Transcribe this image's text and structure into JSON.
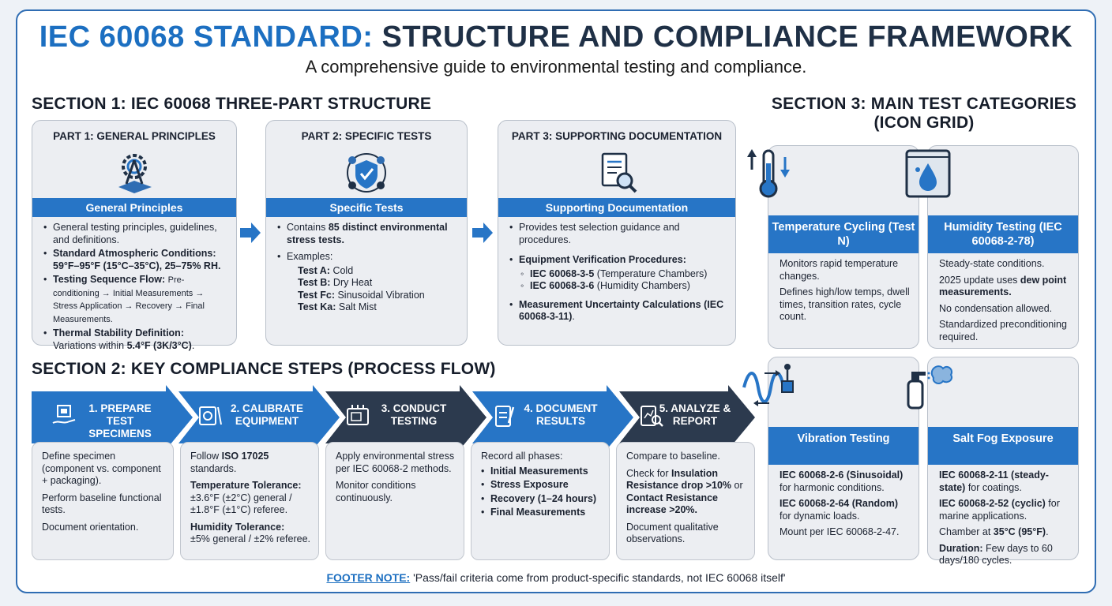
{
  "header": {
    "title_accent": "IEC 60068 STANDARD:",
    "title_rest": " STRUCTURE AND COMPLIANCE FRAMEWORK",
    "subtitle": "A comprehensive guide to environmental testing and compliance."
  },
  "section1": {
    "heading": "SECTION 1: IEC 60068 THREE-PART STRUCTURE",
    "parts": [
      {
        "title": "PART 1: GENERAL PRINCIPLES",
        "band": "General Principles",
        "icon": "gear-compass-icon",
        "b1": "General testing principles, guidelines, and definitions.",
        "b2_label": "Standard Atmospheric Conditions:",
        "b2_value": "59°F–95°F (15°C–35°C), 25–75% RH.",
        "b3_label": "Testing Sequence Flow:",
        "b3_value": "Pre-conditioning → Initial Measurements → Stress Application → Recovery → Final Measurements.",
        "b4_label": "Thermal Stability Definition:",
        "b4_text": "Variations within ",
        "b4_value": "5.4°F (3K/3°C)",
        "b4_end": "."
      },
      {
        "title": "PART 2: SPECIFIC TESTS",
        "band": "Specific Tests",
        "icon": "shield-test-icon",
        "b1_text": "Contains ",
        "b1_bold": "85 distinct environmental stress tests.",
        "examples_label": "Examples:",
        "examples": [
          {
            "code": "Test A:",
            "name": " Cold"
          },
          {
            "code": "Test B:",
            "name": " Dry Heat"
          },
          {
            "code": "Test Fc:",
            "name": " Sinusoidal Vibration"
          },
          {
            "code": "Test Ka:",
            "name": " Salt Mist"
          }
        ]
      },
      {
        "title": "PART 3: SUPPORTING DOCUMENTATION",
        "band": "Supporting Documentation",
        "icon": "document-magnifier-icon",
        "b1": "Provides test selection guidance and procedures.",
        "b2_label": "Equipment Verification Procedures:",
        "sub": [
          {
            "code": "IEC 60068-3-5",
            "name": " (Temperature Chambers)"
          },
          {
            "code": "IEC 60068-3-6",
            "name": " (Humidity Chambers)"
          }
        ],
        "b3_label": "Measurement Uncertainty Calculations (IEC 60068-3-11)",
        "b3_end": "."
      }
    ]
  },
  "section2": {
    "heading": "SECTION 2: KEY COMPLIANCE STEPS (PROCESS FLOW)",
    "steps": [
      {
        "label": "1. PREPARE TEST SPECIMENS",
        "icon": "chip-hand-icon",
        "p1": "Define specimen (component vs. component + packaging).",
        "p2": "Perform baseline functional tests.",
        "p3": "Document orientation."
      },
      {
        "label": "2. CALIBRATE EQUIPMENT",
        "icon": "gauge-tools-icon",
        "p1_text": "Follow ",
        "p1_bold": "ISO 17025",
        "p1_end": " standards.",
        "p2_label": "Temperature Tolerance:",
        "p2_value": "±3.6°F (±2°C) general / ±1.8°F (±1°C) referee.",
        "p3_label": "Humidity Tolerance:",
        "p3_value": "±5% general / ±2% referee."
      },
      {
        "label": "3. CONDUCT TESTING",
        "icon": "test-chamber-icon",
        "p1": "Apply environmental stress per IEC 60068-2 methods.",
        "p2": "Monitor conditions continuously."
      },
      {
        "label": "4. DOCUMENT RESULTS",
        "icon": "clipboard-pen-icon",
        "p1": "Record all phases:",
        "items": [
          "Initial Measurements",
          "Stress Exposure",
          "Recovery (1–24 hours)",
          "Final Measurements"
        ]
      },
      {
        "label": "5. ANALYZE & REPORT",
        "icon": "report-magnifier-icon",
        "p1": "Compare to baseline.",
        "p2_text": "Check for ",
        "p2_bold1": "Insulation Resistance drop >10%",
        "p2_mid": " or ",
        "p2_bold2": "Contact Resistance increase >20%.",
        "p3": "Document qualitative observations."
      }
    ]
  },
  "section3": {
    "heading_line1": "SECTION 3: MAIN TEST CATEGORIES",
    "heading_line2": "(ICON GRID)",
    "cats": [
      {
        "band": "Temperature Cycling (Test N)",
        "icon": "thermometer-arrows-icon",
        "p1": "Monitors rapid temperature changes.",
        "p2": "Defines high/low temps, dwell times, transition rates, cycle count."
      },
      {
        "band": "Humidity Testing (IEC 60068-2-78)",
        "icon": "water-drop-chamber-icon",
        "p1": "Steady-state conditions.",
        "p2_text": "2025 update uses ",
        "p2_bold": "dew point measurements.",
        "p3": "No condensation allowed.",
        "p4": "Standardized preconditioning required."
      },
      {
        "band": "Vibration Testing",
        "icon": "sine-wave-icon",
        "p1_bold": "IEC 60068-2-6 (Sinusoidal)",
        "p1_text": " for harmonic conditions.",
        "p2_bold": "IEC 60068-2-64 (Random)",
        "p2_text": " for dynamic loads.",
        "p3": "Mount per IEC 60068-2-47."
      },
      {
        "band": "Salt Fog Exposure",
        "icon": "spray-bottle-icon",
        "p1_bold": "IEC 60068-2-11 (steady-state)",
        "p1_text": " for coatings.",
        "p2_bold": "IEC 60068-2-52 (cyclic)",
        "p2_text": " for marine applications.",
        "p3_text": "Chamber at ",
        "p3_bold": "35°C (95°F)",
        "p3_end": ".",
        "p4_bold": "Duration:",
        "p4_text": " Few days to 60 days/180 cycles."
      }
    ]
  },
  "footer": {
    "label": "FOOTER NOTE:",
    "text": " 'Pass/fail criteria come from product-specific standards, not IEC 60068 itself'"
  },
  "colors": {
    "accent_blue": "#2775c6",
    "dark_navy": "#2c3a4e",
    "card_bg": "#eceef2"
  }
}
